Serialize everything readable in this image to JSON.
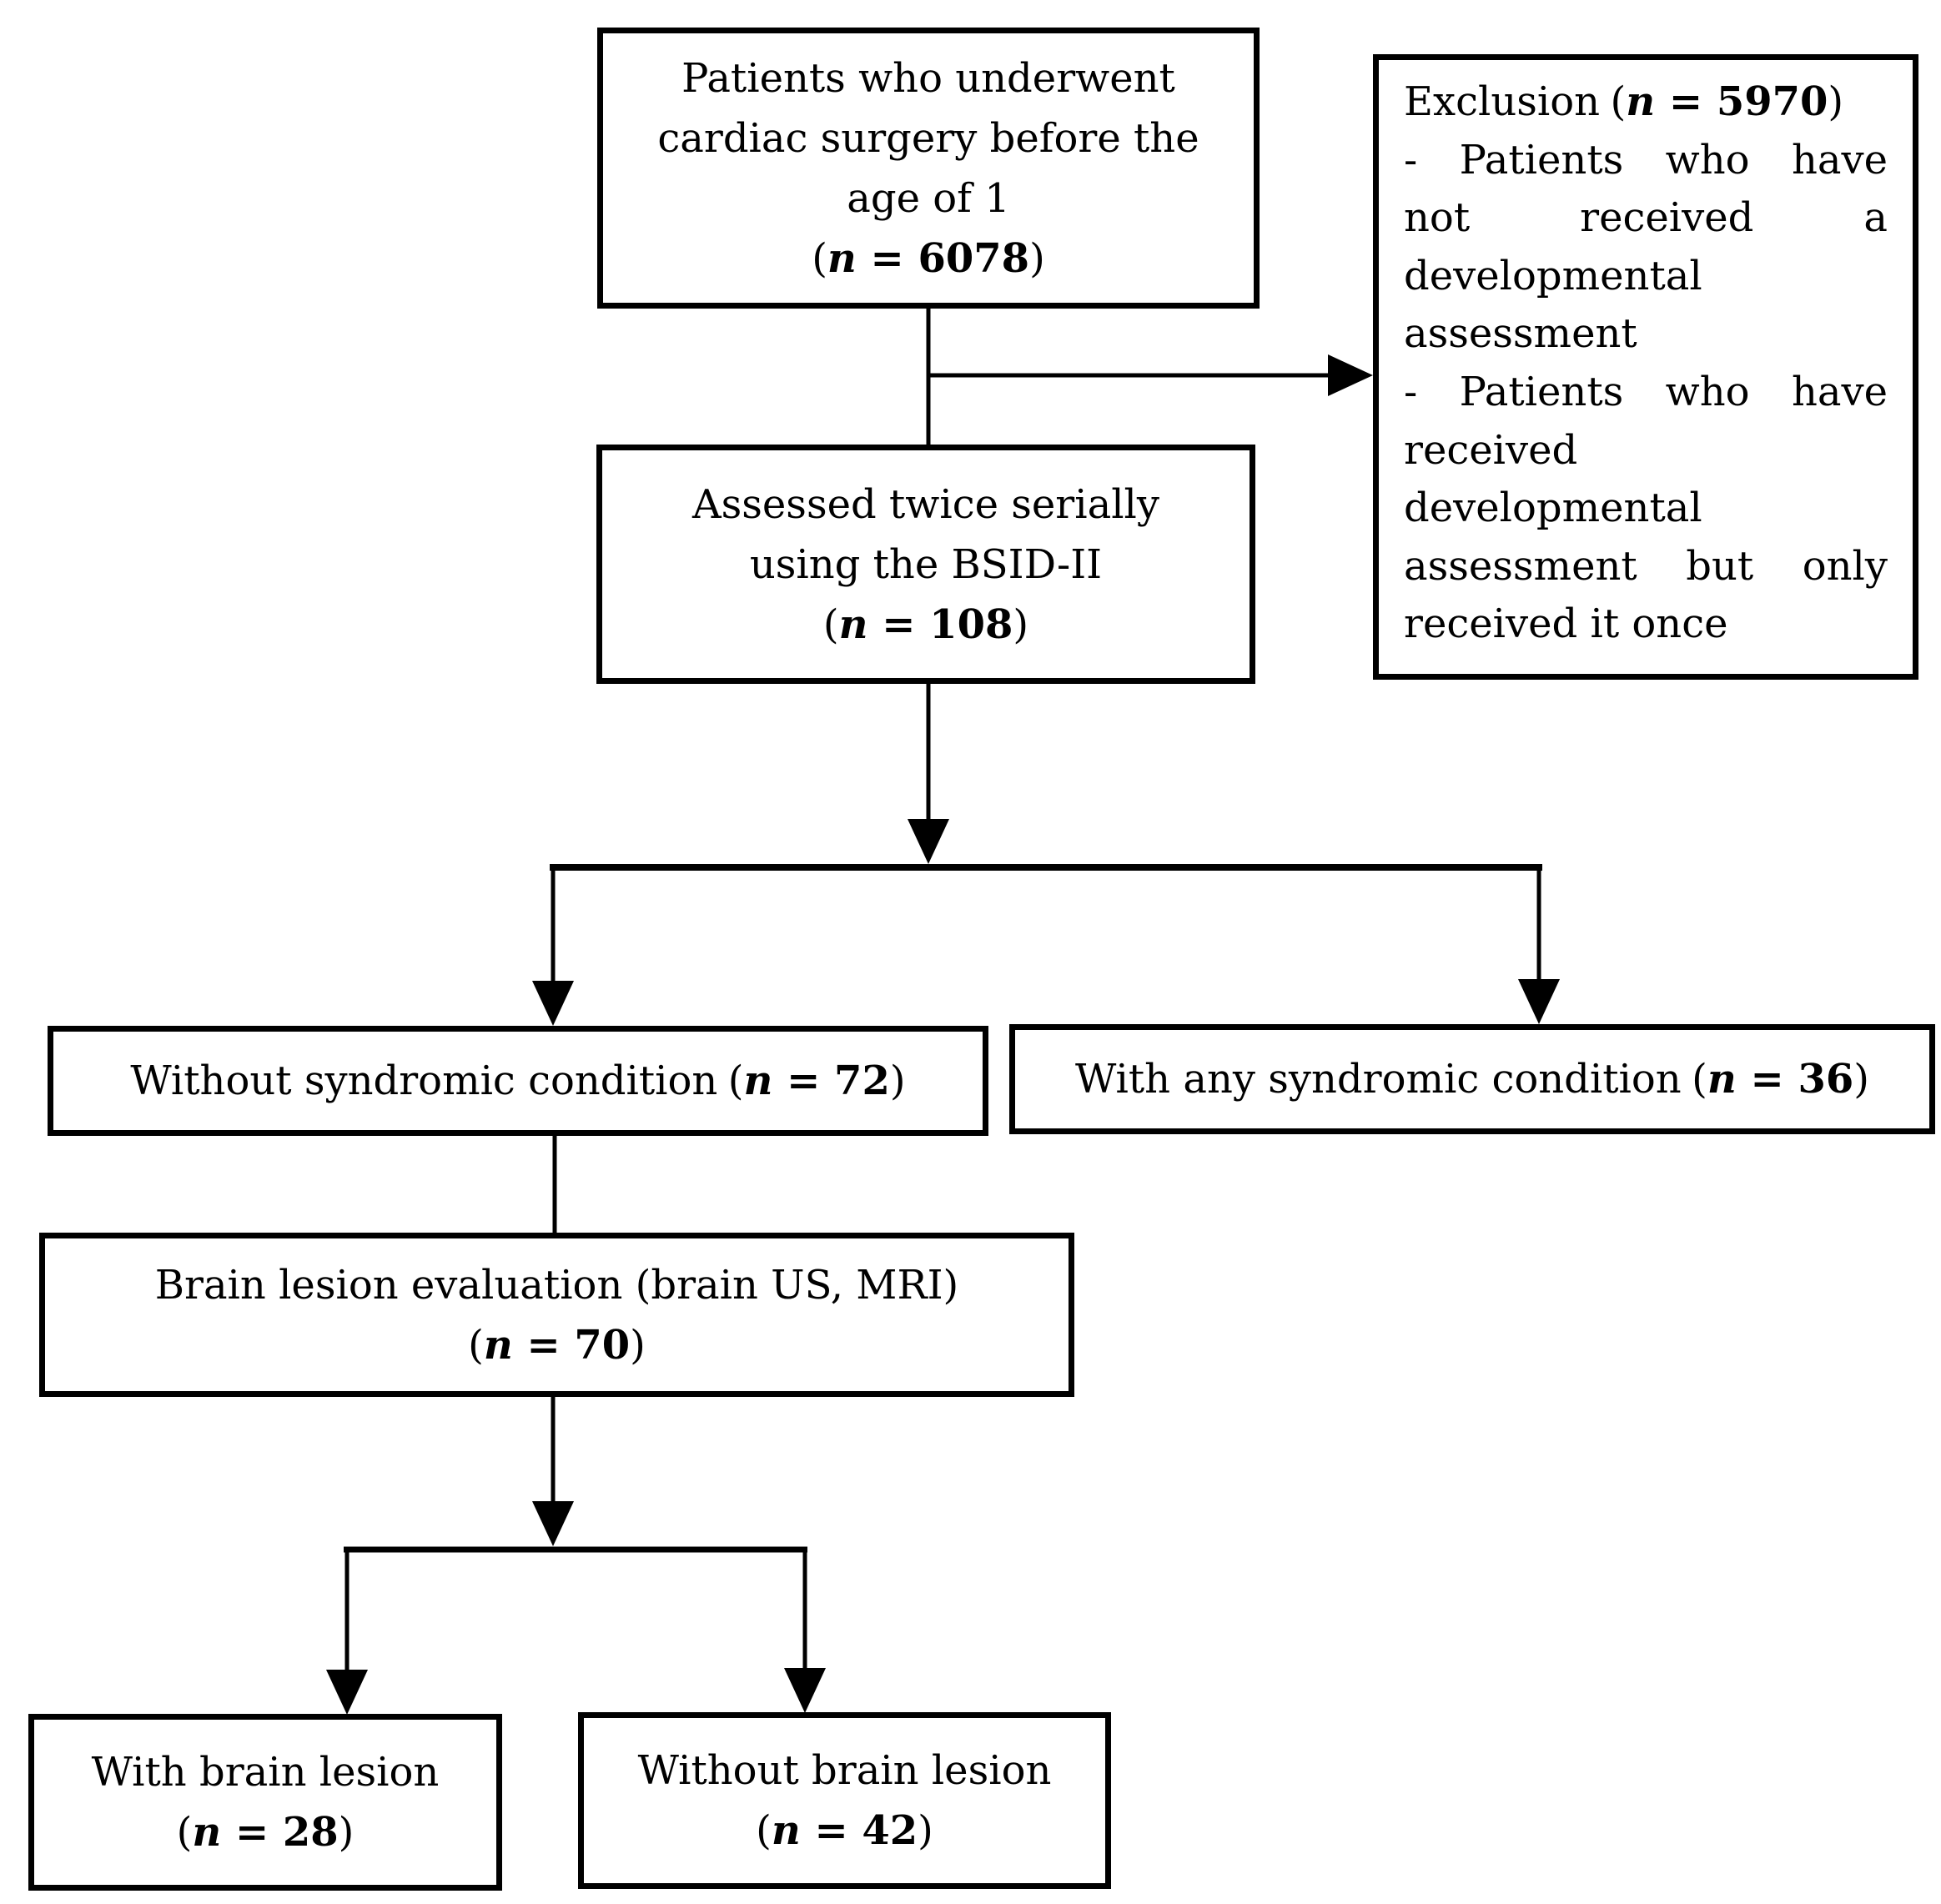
{
  "flow": {
    "top": {
      "lines": [
        "Patients who underwent",
        "cardiac surgery before the",
        "age of 1"
      ],
      "n": "(n = 6078)"
    },
    "exclusion": {
      "title": "Exclusion",
      "n": "(n = 5970)",
      "items": [
        {
          "lines": [
            "- Patients who have",
            "not received a",
            "developmental",
            "assessment"
          ]
        },
        {
          "lines": [
            "- Patients who have",
            "received",
            "developmental",
            "assessment but only",
            "received it once"
          ]
        }
      ]
    },
    "assessed": {
      "lines": [
        "Assessed twice serially",
        "using the BSID-II"
      ],
      "n": "(n = 108)"
    },
    "without_syndromic": {
      "text": "Without syndromic condition",
      "n": "(n = 72)"
    },
    "with_syndromic": {
      "text": "With any syndromic condition",
      "n": "(n = 36)"
    },
    "brain_eval": {
      "lines": [
        "Brain lesion evaluation (brain US, MRI)"
      ],
      "n": "(n = 70)"
    },
    "with_lesion": {
      "lines": [
        "With brain lesion"
      ],
      "n": "(n = 28)"
    },
    "without_lesion": {
      "lines": [
        "Without brain lesion"
      ],
      "n": "(n = 42)"
    },
    "colors": {
      "line": "#000000",
      "background": "#ffffff",
      "text": "#000000"
    }
  }
}
